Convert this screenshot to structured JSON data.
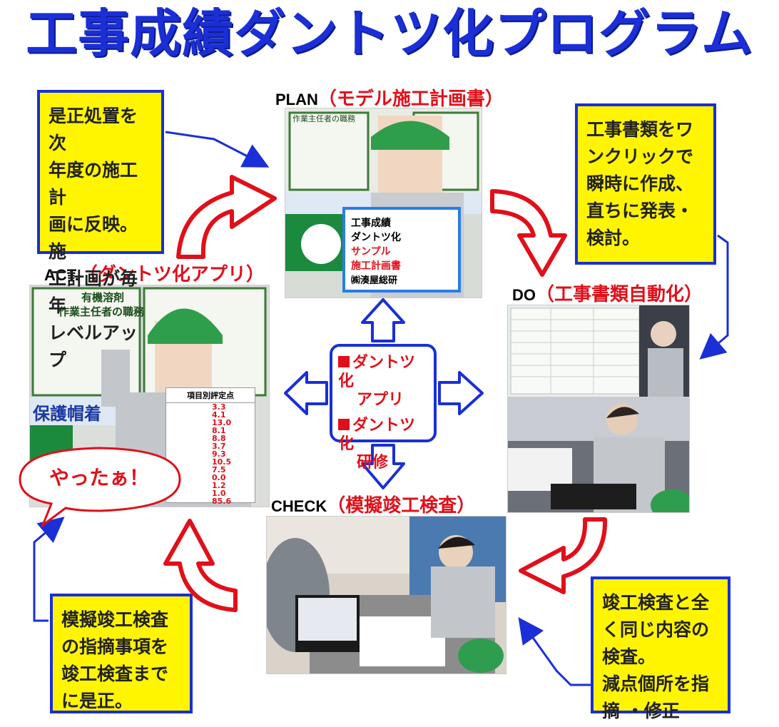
{
  "title": "工事成績ダントツ化プログラム",
  "stages": {
    "plan": {
      "en": "PLAN",
      "jp": "（モデル施工計画書）"
    },
    "do": {
      "en": "DO",
      "jp": "（工事書類自動化）"
    },
    "check": {
      "en": "CHECK",
      "jp": "（模擬竣工検査）"
    },
    "act": {
      "en": "ACT.",
      "jp": "（ダントツ化アプリ）"
    }
  },
  "notes": {
    "top_left": [
      "是正処置を次",
      "年度の施工計",
      "画に反映。施",
      "工計画が毎年",
      "レベルアップ"
    ],
    "top_right": [
      "工事書類をワ",
      "ンクリックで",
      "瞬時に作成、",
      "直ちに発表・",
      "検討。"
    ],
    "bottom_left": [
      "模擬竣工検査",
      "の指摘事項を",
      "竣工検査まで",
      "に是正。"
    ],
    "bottom_right": [
      "竣工検査と全",
      "く同じ内容の",
      "検査。",
      "減点個所を指",
      "摘 ・修正"
    ]
  },
  "center": {
    "item1": [
      "ダントツ化",
      "アプリ"
    ],
    "item2": [
      "ダントツ化",
      "研修"
    ]
  },
  "speech": "やったぁ！",
  "plan_photo": {
    "sign": "作業主任者の職務",
    "binder": [
      "工事成績",
      "ダントツ化",
      "サンプル",
      "施工計画書",
      "㈱湊屋総研"
    ]
  },
  "act_photo": {
    "sign_lines": [
      "有機溶剤",
      "作業主任者の職務"
    ],
    "banner": "保護帽着"
  },
  "score_card": {
    "title": "項目別評定点",
    "scores": [
      "3.3",
      "4.1",
      "13.0",
      "8.1",
      "8.8",
      "3.7",
      "9.3",
      "10.5",
      "7.5",
      "0.0",
      "1.2",
      "1.0",
      "85.6"
    ]
  },
  "colors": {
    "accent_blue": "#1a2fd6",
    "accent_red": "#e0101a",
    "note_yellow": "#fff500"
  }
}
